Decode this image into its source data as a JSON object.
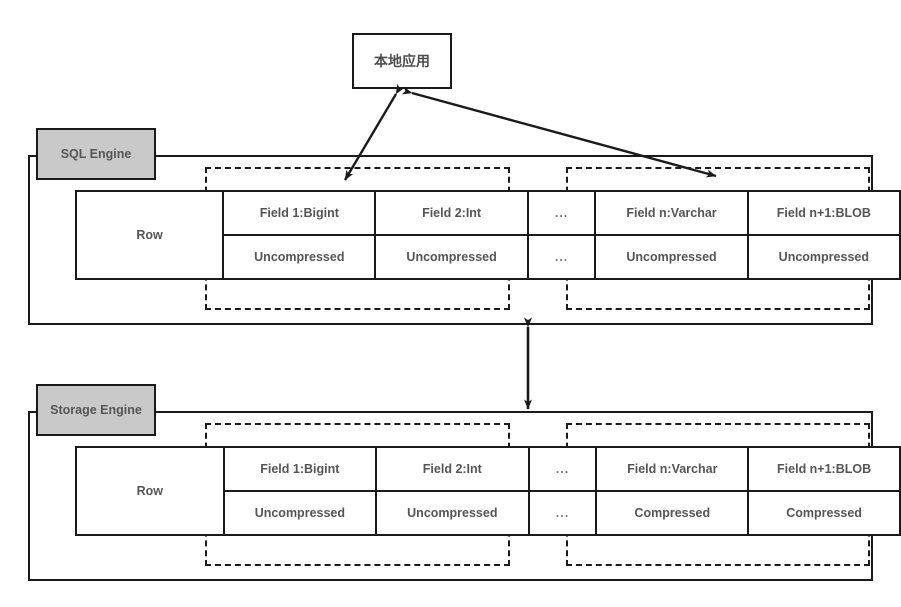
{
  "diagram": {
    "app": {
      "label": "本地应用"
    },
    "engines": [
      {
        "id": "sql-engine",
        "label": "SQL Engine",
        "row_label": "Row",
        "ellipsis": "...",
        "groups": [
          {
            "id": "group-left",
            "columns": [
              {
                "field": "Field 1:Bigint",
                "state": "Uncompressed"
              },
              {
                "field": "Field 2:Int",
                "state": "Uncompressed"
              }
            ]
          },
          {
            "id": "group-right",
            "columns": [
              {
                "field": "Field n:Varchar",
                "state": "Uncompressed"
              },
              {
                "field": "Field n+1:BLOB",
                "state": "Uncompressed"
              }
            ]
          }
        ]
      },
      {
        "id": "storage-engine",
        "label": "Storage Engine",
        "row_label": "Row",
        "ellipsis": "...",
        "groups": [
          {
            "id": "group-left",
            "columns": [
              {
                "field": "Field 1:Bigint",
                "state": "Uncompressed"
              },
              {
                "field": "Field 2:Int",
                "state": "Uncompressed"
              }
            ]
          },
          {
            "id": "group-right",
            "columns": [
              {
                "field": "Field n:Varchar",
                "state": "Compressed"
              },
              {
                "field": "Field n+1:BLOB",
                "state": "Compressed"
              }
            ]
          }
        ]
      }
    ],
    "connectors": [
      {
        "id": "app-to-sql-left-group",
        "type": "double-arrow"
      },
      {
        "id": "app-to-sql-right-group",
        "type": "double-arrow"
      },
      {
        "id": "sql-engine-to-storage-engine",
        "type": "double-arrow"
      }
    ],
    "colors": {
      "stroke": "#1a1a1a",
      "label_fill": "#c9c9c9",
      "text": "#555555",
      "background": "#ffffff"
    }
  }
}
